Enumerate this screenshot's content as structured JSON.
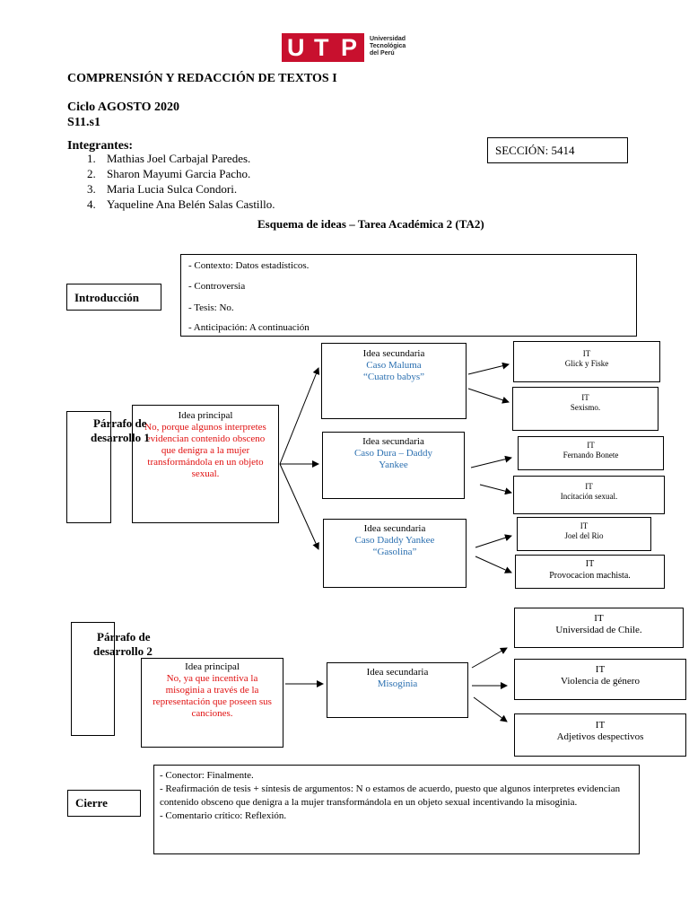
{
  "logo": {
    "brand": [
      "U",
      "T",
      "P"
    ],
    "lines": [
      "Universidad",
      "Tecnológica",
      "del Perú"
    ]
  },
  "header": {
    "course": "COMPRENSIÓN Y REDACCIÓN DE TEXTOS I",
    "cycle": "Ciclo AGOSTO 2020",
    "session": "S11.s1",
    "members_label": "Integrantes:",
    "members": [
      {
        "num": "1.",
        "name": "Mathias Joel Carbajal Paredes."
      },
      {
        "num": "2.",
        "name": "Sharon Mayumi Garcia Pacho."
      },
      {
        "num": "3.",
        "name": "Maria Lucia Sulca Condori."
      },
      {
        "num": "4.",
        "name": "Yaqueline Ana Belén Salas Castillo."
      }
    ],
    "section": "SECCIÓN: 5414",
    "scheme_title": "Esquema de ideas – Tarea Académica 2 (TA2)"
  },
  "intro": {
    "label": "Introducción",
    "items": [
      "- Contexto: Datos estadísticos.",
      "- Controversia",
      "- Tesis: No.",
      "- Anticipación: A continuación"
    ]
  },
  "p1": {
    "label_line1": "Párrafo de",
    "label_line2": "desarrollo 1",
    "main_title": "Idea principal",
    "main_text": "No, porque algunos interpretes evidencian contenido obsceno que denigra a la mujer transformándola en un objeto sexual.",
    "secondary": [
      {
        "title": "Idea secundaria",
        "text1": "Caso Maluma",
        "text2": "“Cuatro babys”",
        "its": [
          {
            "label": "IT",
            "text": "Glick y Fiske"
          },
          {
            "label": "IT",
            "text": "Sexismo."
          }
        ]
      },
      {
        "title": "Idea secundaria",
        "text1": "Caso Dura – Daddy",
        "text2": "Yankee",
        "its": [
          {
            "label": "IT",
            "text": "Fernando Bonete"
          },
          {
            "label": "IT",
            "text": "Incitación sexual."
          }
        ]
      },
      {
        "title": "Idea secundaria",
        "text1": "Caso Daddy Yankee",
        "text2": "“Gasolina”",
        "its": [
          {
            "label": "IT",
            "text": "Joel del Rio"
          },
          {
            "label": "IT",
            "text": "Provocacion machista."
          }
        ]
      }
    ]
  },
  "p2": {
    "label_line1": "Párrafo de",
    "label_line2": "desarrollo 2",
    "main_title": "Idea principal",
    "main_text": "No, ya que incentiva la misoginia a través de la representación que poseen sus canciones.",
    "secondary": {
      "title": "Idea secundaria",
      "text": "Misoginia"
    },
    "its": [
      {
        "label": "IT",
        "text": "Universidad de Chile."
      },
      {
        "label": "IT",
        "text": "Violencia de género"
      },
      {
        "label": "IT",
        "text": "Adjetivos despectivos"
      }
    ]
  },
  "closing": {
    "label": "Cierre",
    "lines": [
      "- Conector: Finalmente.",
      "- Reafirmación de tesis + síntesis de argumentos: N o estamos de acuerdo, puesto que algunos interpretes evidencian contenido obsceno que  denigra a la mujer transformándola en un objeto sexual  incentivando la misoginia.",
      "- Comentario crítico: Reflexión."
    ]
  }
}
